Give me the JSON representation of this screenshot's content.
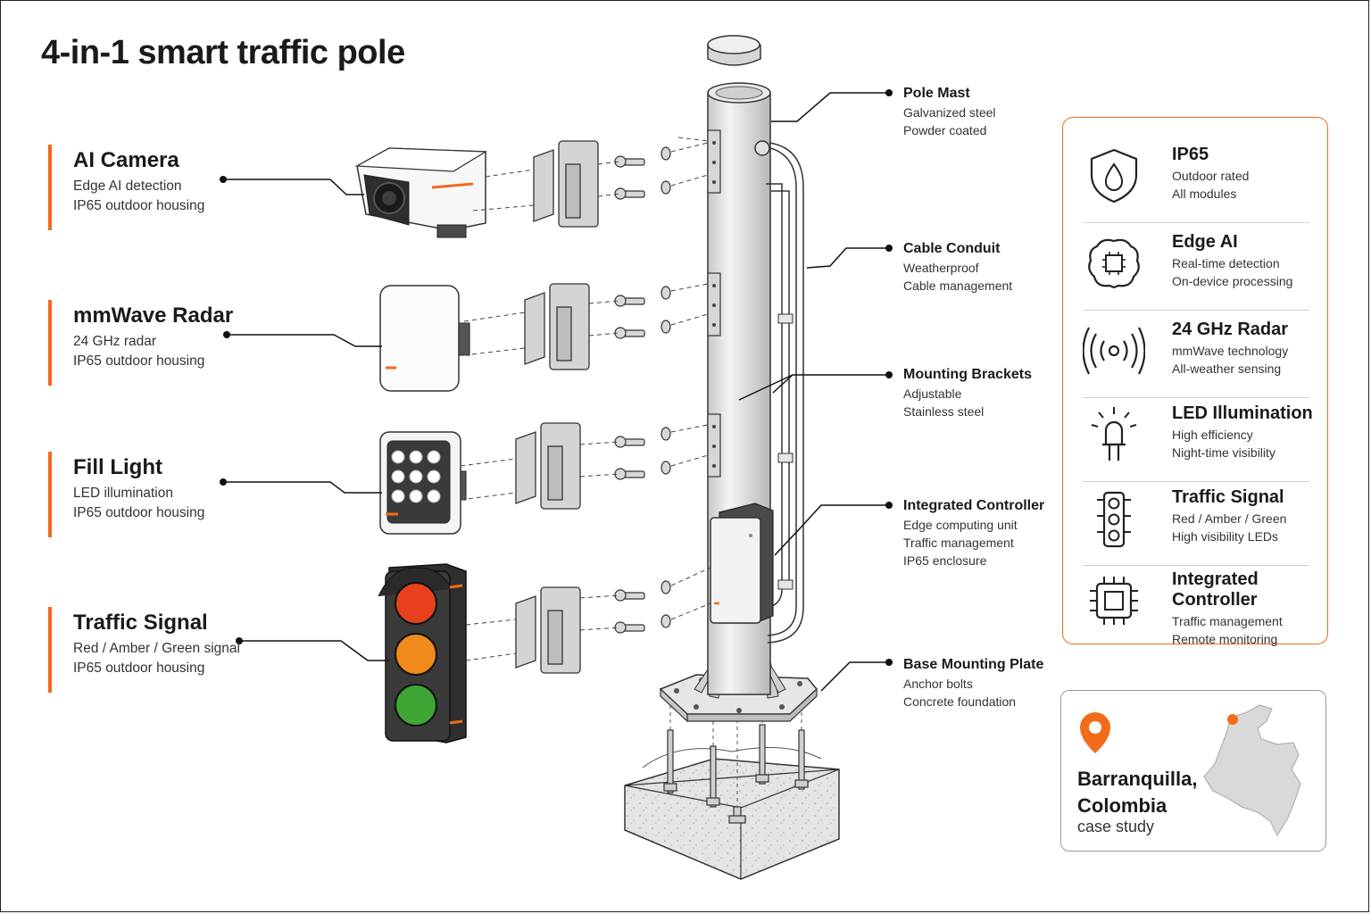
{
  "title": "4-in-1 smart traffic pole",
  "components": [
    {
      "name": "AI Camera",
      "lines": [
        "Edge AI detection",
        "IP65 outdoor housing"
      ]
    },
    {
      "name": "mmWave Radar",
      "lines": [
        "24 GHz radar",
        "IP65 outdoor housing"
      ]
    },
    {
      "name": "Fill Light",
      "lines": [
        "LED illumination",
        "IP65 outdoor housing"
      ]
    },
    {
      "name": "Traffic Signal",
      "lines": [
        "Red / Amber / Green signal",
        "IP65 outdoor housing"
      ]
    }
  ],
  "pole_labels": [
    {
      "name": "Pole Mast",
      "lines": [
        "Galvanized steel",
        "Powder coated"
      ]
    },
    {
      "name": "Cable Conduit",
      "lines": [
        "Weatherproof",
        "Cable management"
      ]
    },
    {
      "name": "Mounting Brackets",
      "lines": [
        "Adjustable",
        "Stainless steel"
      ]
    },
    {
      "name": "Integrated Controller",
      "lines": [
        "Edge computing unit",
        "Traffic management",
        "IP65 enclosure"
      ]
    },
    {
      "name": "Base Mounting Plate",
      "lines": [
        "Anchor bolts",
        "Concrete foundation"
      ]
    }
  ],
  "features": [
    {
      "icon": "shield-drop-icon",
      "name": "IP65",
      "lines": [
        "Outdoor rated",
        "All modules"
      ]
    },
    {
      "icon": "brain-chip-icon",
      "name": "Edge AI",
      "lines": [
        "Real-time detection",
        "On-device processing"
      ]
    },
    {
      "icon": "radar-waves-icon",
      "name": "24 GHz Radar",
      "lines": [
        "mmWave technology",
        "All-weather sensing"
      ]
    },
    {
      "icon": "led-bulb-icon",
      "name": "LED Illumination",
      "lines": [
        "High efficiency",
        "Night-time visibility"
      ]
    },
    {
      "icon": "traffic-light-icon",
      "name": "Traffic Signal",
      "lines": [
        "Red / Amber / Green",
        "High visibility LEDs"
      ]
    },
    {
      "icon": "chip-icon",
      "name": "Integrated Controller",
      "lines": [
        "Traffic management",
        "Remote monitoring"
      ]
    }
  ],
  "location": {
    "city": "Barranquilla, Colombia",
    "subtitle": "case study",
    "pin_icon": "location-pin-icon",
    "map_icon": "colombia-map-icon"
  },
  "colors": {
    "accent": "#f26a1b",
    "text": "#1a1a1a",
    "signal_red": "#e8401c",
    "signal_amber": "#f08a1a",
    "signal_green": "#3fa535",
    "metal": "#d9d9d9"
  }
}
